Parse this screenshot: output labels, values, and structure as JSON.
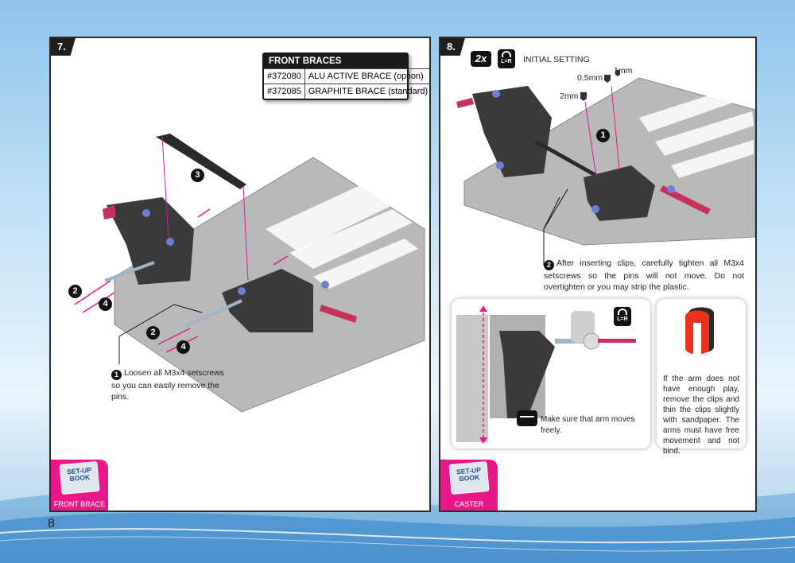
{
  "page_number": "8",
  "step7": {
    "number": "7.",
    "front_braces": {
      "title": "FRONT BRACES",
      "rows": [
        {
          "code": "#372080",
          "desc": "ALU ACTIVE BRACE (option)"
        },
        {
          "code": "#372085",
          "desc": "GRAPHITE BRACE (standard)"
        }
      ]
    },
    "markers": {
      "one": "1",
      "two": "2",
      "three": "3",
      "four": "4"
    },
    "note1": "Loosen all M3x4 setscrews so you can easily remove the pins.",
    "setup_book": {
      "title": "SET-UP BOOK",
      "label": "FRONT BRACE"
    }
  },
  "step8": {
    "number": "8.",
    "qty": "2x",
    "lr": "L=R",
    "initial_setting": "INITIAL SETTING",
    "clips": {
      "c05": "0.5mm",
      "c1": "1mm",
      "c2": "2mm"
    },
    "markers": {
      "one": "1",
      "two": "2"
    },
    "note2": "After inserting clips, carefully tighten all M3x4 setscrews so the pins will not move. Do not overtighten or you may strip the plastic.",
    "free_note": "Make sure that arm moves freely.",
    "clip_note": "If the arm does not have enough play, remove the clips and thin the clips slightly with sandpaper. The arms must have free movement and not bind.",
    "setup_book": {
      "title": "SET-UP BOOK",
      "label": "CASTER"
    }
  },
  "colors": {
    "accent": "#e8178a",
    "dark": "#1f1f1f",
    "pin": "#c8325a",
    "screw": "#6b7fd6"
  }
}
